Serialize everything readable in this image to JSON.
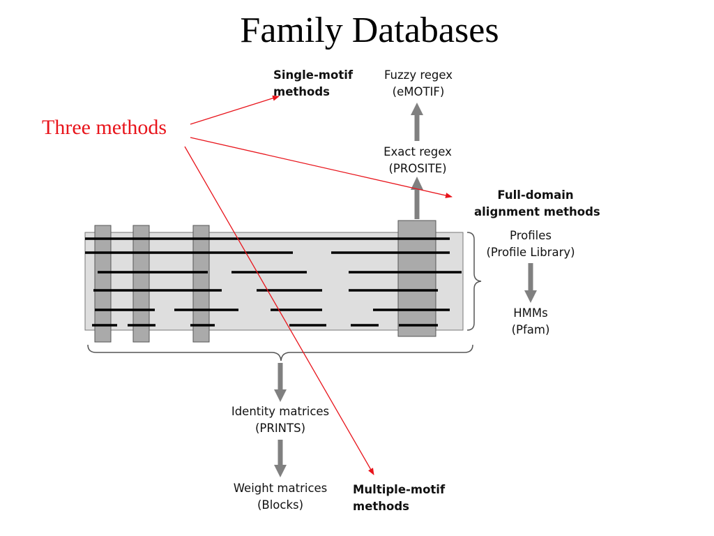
{
  "title": "Family Databases",
  "annotation": "Three methods",
  "colors": {
    "annotation": "#e8141b",
    "arrow_gray": "#808080",
    "alignment_bg": "#dedede",
    "column_fill": "#aaaaaa",
    "sequence_line": "#000000"
  },
  "labels": {
    "single_motif": [
      "Single-motif",
      "methods"
    ],
    "fuzzy_regex": [
      "Fuzzy regex",
      "(eMOTIF)"
    ],
    "exact_regex": [
      "Exact regex",
      "(PROSITE)"
    ],
    "full_domain": [
      "Full-domain",
      "alignment methods"
    ],
    "profiles": [
      "Profiles",
      "(Profile Library)"
    ],
    "hmms": [
      "HMMs",
      "(Pfam)"
    ],
    "identity_matrices": [
      "Identity matrices",
      "(PRINTS)"
    ],
    "weight_matrices": [
      "Weight matrices",
      "(Blocks)"
    ],
    "multiple_motif": [
      "Multiple-motif",
      "methods"
    ]
  }
}
